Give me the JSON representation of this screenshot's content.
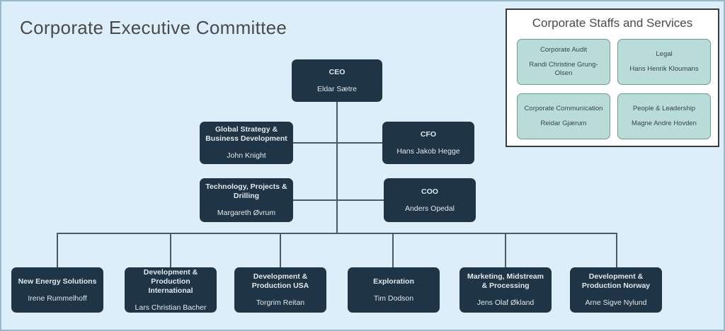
{
  "page": {
    "title": "Corporate Executive Committee",
    "background_color": "#dceefa",
    "node_color": "#1f3546",
    "staff_card_color": "#b9dcd9",
    "line_color": "#4a5a66"
  },
  "chart_data": {
    "type": "diagram",
    "title": "Corporate Executive Committee",
    "diagram_kind": "organizational-chart",
    "root": {
      "role": "CEO",
      "person": "Eldar Sætre"
    },
    "staff_functions": [
      {
        "role": "Global Strategy & Business Development",
        "person": "John Knight"
      },
      {
        "role": "CFO",
        "person": "Hans Jakob Hegge"
      },
      {
        "role": "Technology, Projects & Drilling",
        "person": "Margareth Øvrum"
      },
      {
        "role": "COO",
        "person": "Anders Opedal"
      }
    ],
    "business_areas": [
      {
        "role": "New Energy Solutions",
        "person": "Irene Rummelhoff"
      },
      {
        "role": "Development & Production International",
        "person": "Lars Christian Bacher"
      },
      {
        "role": "Development & Production USA",
        "person": "Torgrim Reitan"
      },
      {
        "role": "Exploration",
        "person": "Tim Dodson"
      },
      {
        "role": "Marketing, Midstream & Processing",
        "person": "Jens Olaf Økland"
      },
      {
        "role": "Development & Production Norway",
        "person": "Arne Sigve Nylund"
      }
    ]
  },
  "ceo": {
    "role": "CEO",
    "person": "Eldar Sætre"
  },
  "tier2": [
    {
      "role": "Global Strategy & Business Development",
      "person": "John Knight"
    },
    {
      "role": "CFO",
      "person": "Hans Jakob Hegge"
    },
    {
      "role": "Technology, Projects & Drilling",
      "person": "Margareth Øvrum"
    },
    {
      "role": "COO",
      "person": "Anders Opedal"
    }
  ],
  "tier3": [
    {
      "role": "New Energy Solutions",
      "person": "Irene Rummelhoff"
    },
    {
      "role": "Development & Production International",
      "person": "Lars Christian Bacher"
    },
    {
      "role": "Development & Production USA",
      "person": "Torgrim Reitan"
    },
    {
      "role": "Exploration",
      "person": "Tim Dodson"
    },
    {
      "role": "Marketing, Midstream & Processing",
      "person": "Jens Olaf Økland"
    },
    {
      "role": "Development & Production Norway",
      "person": "Arne Sigve Nylund"
    }
  ],
  "staff_panel": {
    "title": "Corporate Staffs and Services",
    "cards": [
      {
        "role": "Corporate Audit",
        "person": "Randi Christine Grung-Olsen"
      },
      {
        "role": "Legal",
        "person": "Hans Henrik Kloumans"
      },
      {
        "role": "Corporate Communication",
        "person": "Reidar Gjærum"
      },
      {
        "role": "People & Leadership",
        "person": "Magne Andre Hovden"
      }
    ]
  }
}
